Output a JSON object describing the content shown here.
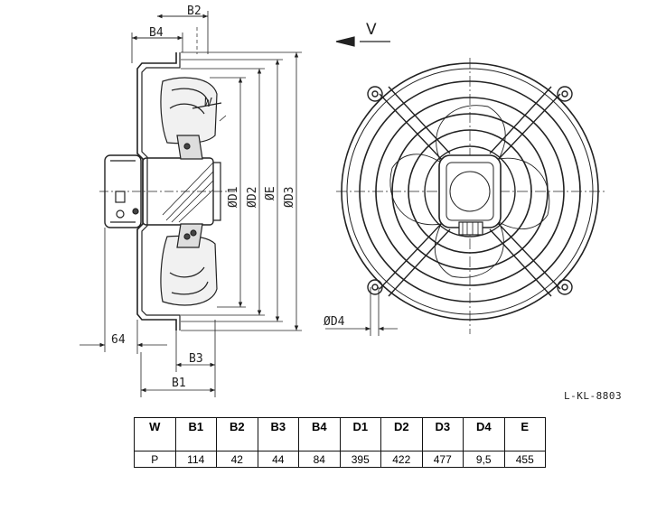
{
  "drawing": {
    "view_label": "V",
    "side_labels": {
      "b1": "B1",
      "b2": "B2",
      "b3": "B3",
      "b4": "B4",
      "d1": "ØD1",
      "d2": "ØD2",
      "e": "ØE",
      "d3": "ØD3",
      "w": "W",
      "offset": "64"
    },
    "front_labels": {
      "d4": "ØD4"
    },
    "code": "L-KL-8803"
  },
  "spec_table": {
    "headers": [
      "W",
      "B1",
      "B2",
      "B3",
      "B4",
      "D1",
      "D2",
      "D3",
      "D4",
      "E"
    ],
    "rows": [
      [
        "P",
        "114",
        "42",
        "44",
        "84",
        "395",
        "422",
        "477",
        "9,5",
        "455"
      ]
    ]
  }
}
